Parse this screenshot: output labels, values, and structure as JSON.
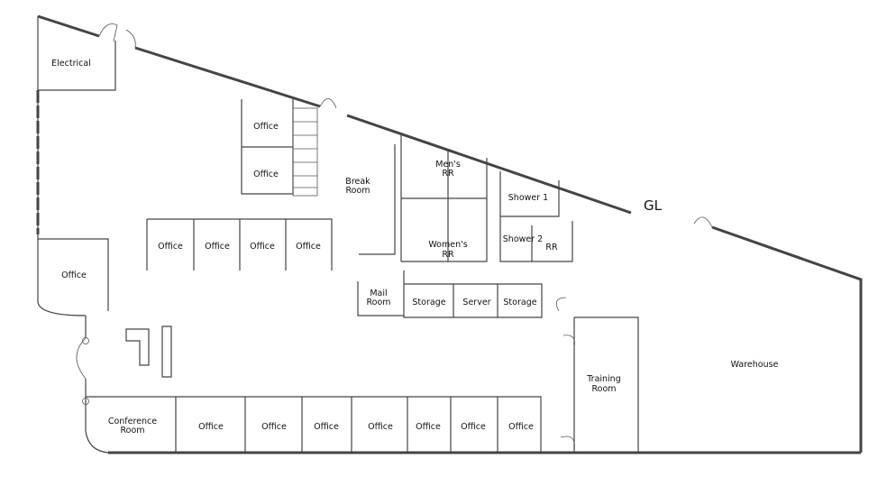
{
  "plan": {
    "rooms": {
      "electrical": "Electrical",
      "office_top_1": "Office",
      "office_top_2": "Office",
      "break_room_1": "Break",
      "break_room_2": "Room",
      "office_row": [
        "Office",
        "Office",
        "Office",
        "Office"
      ],
      "office_left": "Office",
      "mens_rr_1": "Men's",
      "mens_rr_2": "RR",
      "womens_rr_1": "Women's",
      "womens_rr_2": "RR",
      "shower_1": "Shower 1",
      "shower_2": "Shower 2",
      "rr": "RR",
      "mail_room_1": "Mail",
      "mail_room_2": "Room",
      "storage_1": "Storage",
      "server": "Server",
      "storage_2": "Storage",
      "training_room_1": "Training",
      "training_room_2": "Room",
      "warehouse": "Warehouse",
      "conference_room_1": "Conference",
      "conference_room_2": "Room",
      "office_bottom": [
        "Office",
        "Office",
        "Office",
        "Office",
        "Office",
        "Office",
        "Office"
      ]
    },
    "gl_label": "GL"
  }
}
